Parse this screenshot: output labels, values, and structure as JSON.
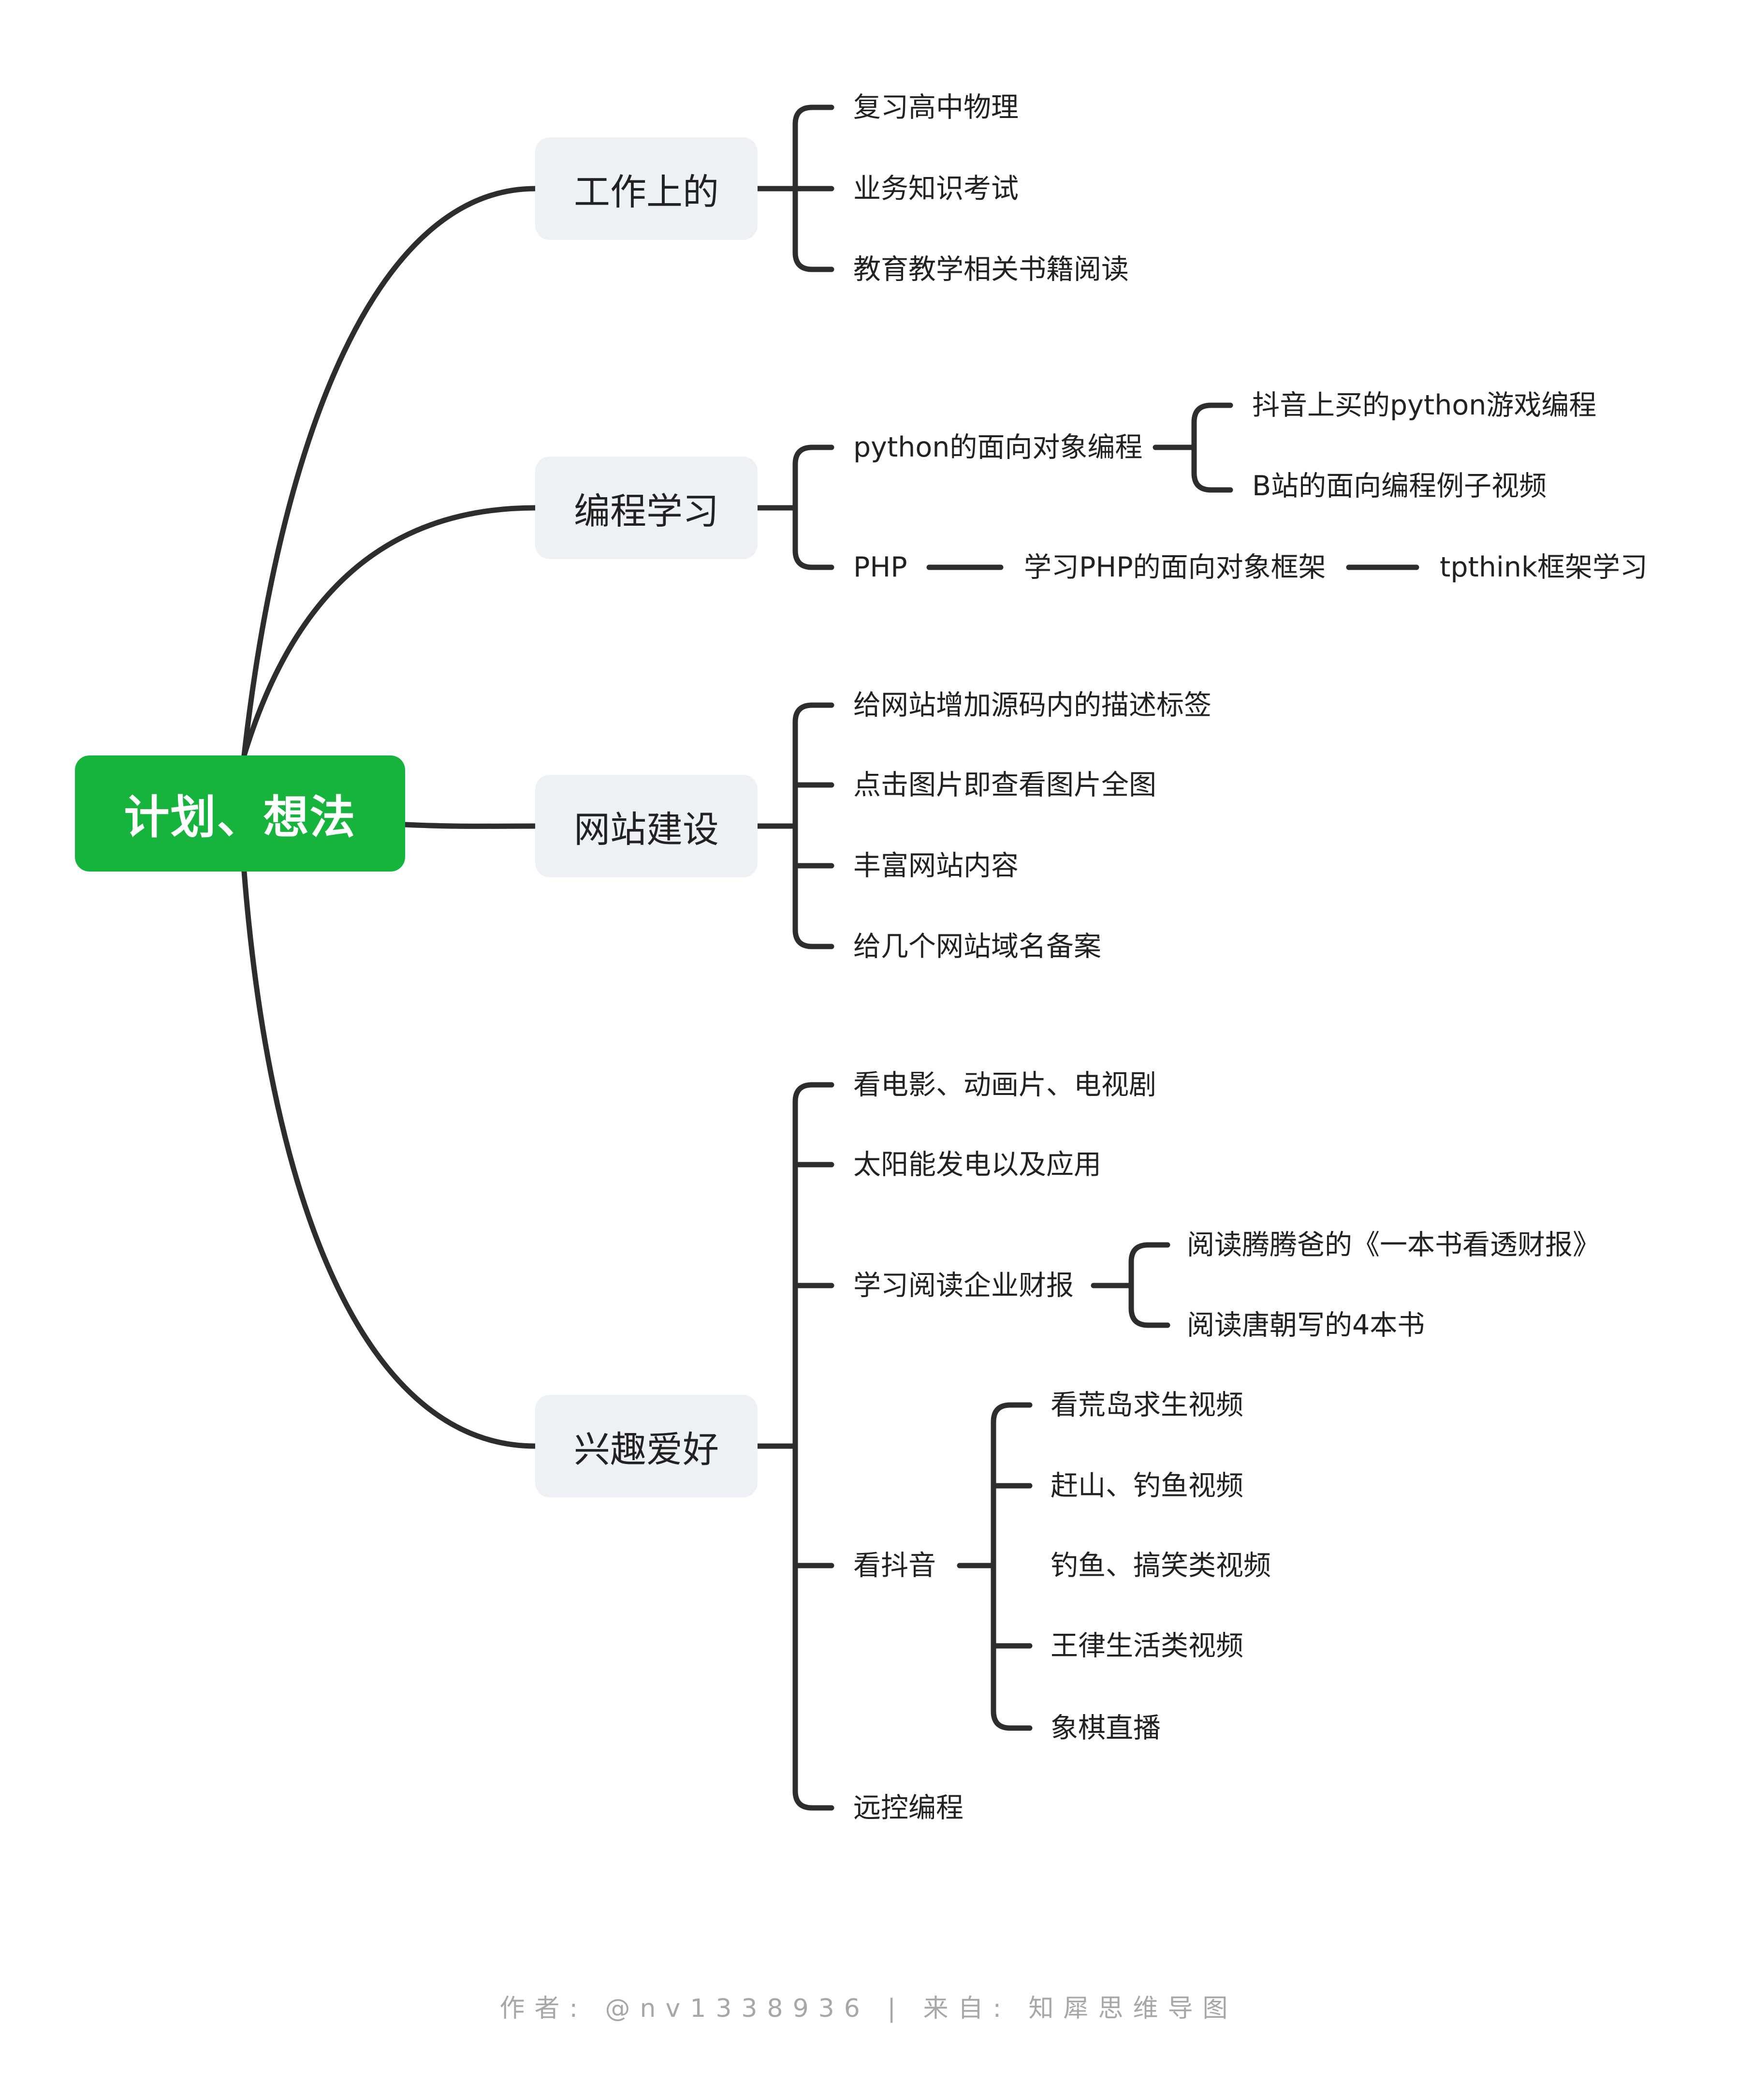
{
  "root": {
    "label": "计划、想法"
  },
  "branches": [
    {
      "label": "工作上的",
      "items": [
        "复习高中物理",
        "业务知识考试",
        "教育教学相关书籍阅读"
      ]
    },
    {
      "label": "编程学习",
      "items": [
        {
          "label": "python的面向对象编程",
          "children": [
            "抖音上买的python游戏编程",
            "B站的面向编程例子视频"
          ]
        },
        {
          "label": "PHP",
          "chain": [
            "学习PHP的面向对象框架",
            "tpthink框架学习"
          ]
        }
      ]
    },
    {
      "label": "网站建设",
      "items": [
        "给网站增加源码内的描述标签",
        "点击图片即查看图片全图",
        "丰富网站内容",
        "给几个网站域名备案"
      ]
    },
    {
      "label": "兴趣爱好",
      "items": [
        {
          "label": "看电影、动画片、电视剧"
        },
        {
          "label": "太阳能发电以及应用"
        },
        {
          "label": "学习阅读企业财报",
          "children": [
            "阅读腾腾爸的《一本书看透财报》",
            "阅读唐朝写的4本书"
          ]
        },
        {
          "label": "看抖音",
          "children": [
            "看荒岛求生视频",
            "赶山、钓鱼视频",
            "钓鱼、搞笑类视频",
            "王律生活类视频",
            "象棋直播"
          ]
        },
        {
          "label": "远控编程"
        }
      ]
    }
  ],
  "footer": {
    "author_label": "作者:",
    "author": "@nv1338936",
    "separator": "|",
    "source_label": "来自:",
    "source": "知犀思维导图"
  },
  "colors": {
    "root_fill": "#16b43c",
    "branch_fill": "#edf0f4",
    "line": "#2d2d2d",
    "text": "#222222",
    "footer_text": "#a7a7a7"
  }
}
